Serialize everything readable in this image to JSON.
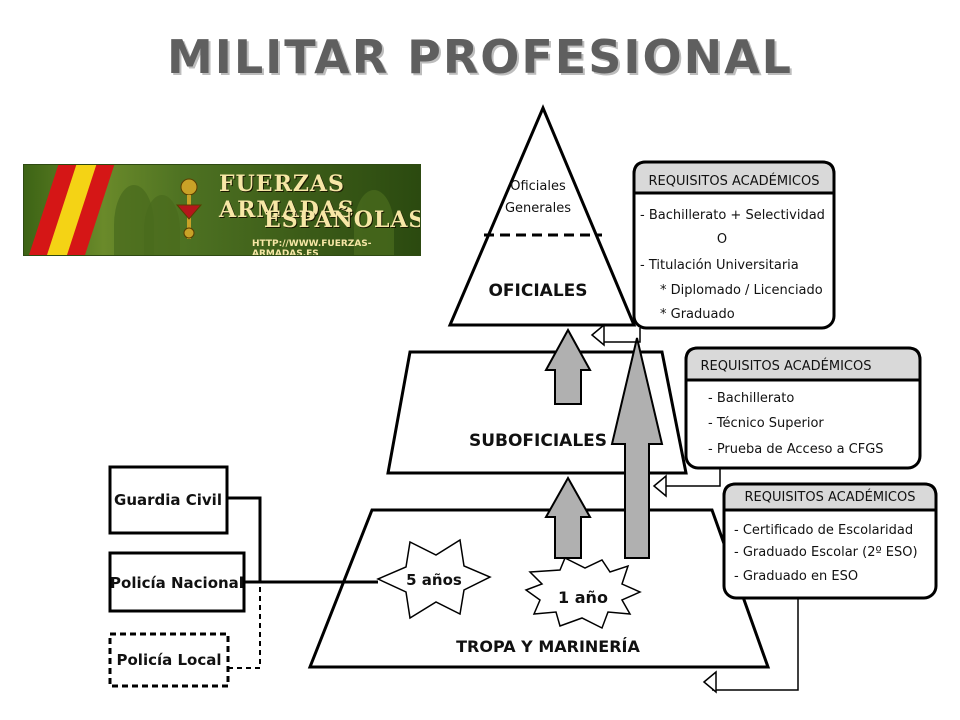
{
  "title": "MILITAR  PROFESIONAL",
  "banner": {
    "line1": "FUERZAS ARMADAS",
    "line2": "ESPAÑOLAS",
    "url": "HTTP://WWW.FUERZAS-ARMADAS.ES"
  },
  "pyramid": {
    "top_label_1": "Oficiales",
    "top_label_2": "Generales",
    "oficiales": "OFICIALES",
    "suboficiales": "SUBOFICIALES",
    "tropa": "TROPA Y MARINERÍA"
  },
  "badges": {
    "five_years": "5 años",
    "one_year": "1 año"
  },
  "left_boxes": {
    "guardia_civil": "Guardia Civil",
    "policia_nacional": "Policía Nacional",
    "policia_local": "Policía Local"
  },
  "req_oficiales": {
    "header": "REQUISITOS ACADÉMICOS",
    "items": [
      "- Bachillerato + Selectividad",
      "O",
      "- Titulación Universitaria",
      "* Diplomado / Licenciado",
      "* Graduado"
    ]
  },
  "req_suboficiales": {
    "header": "REQUISITOS ACADÉMICOS",
    "items": [
      "- Bachillerato",
      "- Técnico Superior",
      "- Prueba de Acceso a CFGS"
    ]
  },
  "req_tropa": {
    "header": "REQUISITOS ACADÉMICOS",
    "items": [
      "- Certificado de Escolaridad",
      "- Graduado Escolar (2º ESO)",
      "- Graduado en ESO"
    ]
  },
  "colors": {
    "arrow_fill": "#b0b0b0",
    "header_fill": "#d9d9d9",
    "title_color": "#5f5f5f"
  }
}
